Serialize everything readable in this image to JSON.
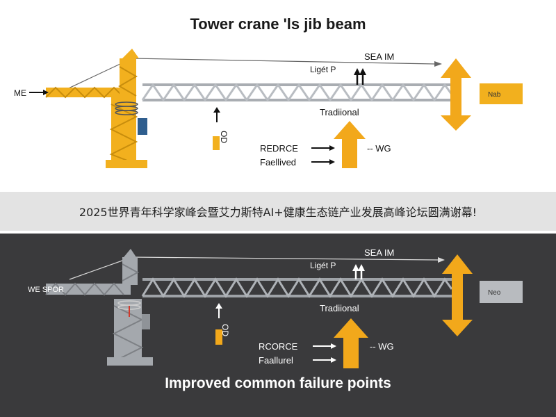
{
  "top": {
    "title": "Tower crane 'ls jib beam",
    "labels": {
      "sea": "SEA IM",
      "light": "Ligét P",
      "me": "ME",
      "cab": "Nab",
      "traditional": "Tradiional",
      "od": "OD",
      "rorce": "REDRCE",
      "failured": "Faellived",
      "wg": "WG"
    }
  },
  "bottom": {
    "title": "Improved common failure points",
    "labels": {
      "sea": "SEA IM",
      "light": "Ligét P",
      "me": "WE SPOR",
      "cab": "Neo",
      "traditional": "Tradiional",
      "od": "OD",
      "rorce": "RCORCE",
      "failured": "Faallurel",
      "wg": "WG"
    }
  },
  "banner": {
    "text": "2025世界青年科学家峰会暨艾力斯特AI+健康生态链产业发展高峰论坛圆满谢幕!"
  },
  "colors": {
    "crane_yellow": "#f2b01e",
    "arrow_orange": "#f2a81b",
    "jib_gray": "#b9bdc2",
    "dark_bg": "#3a3a3c",
    "text_dark": "#1a1a1a"
  }
}
